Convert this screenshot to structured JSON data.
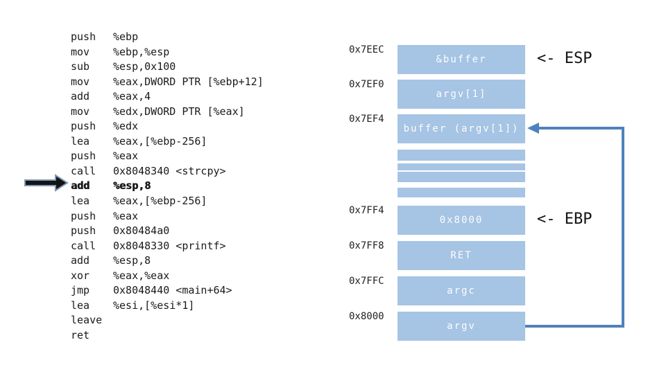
{
  "assembly": {
    "lines": [
      {
        "mnemonic": "push",
        "operands": "%ebp"
      },
      {
        "mnemonic": "mov",
        "operands": "%ebp,%esp"
      },
      {
        "mnemonic": "sub",
        "operands": "%esp,0x100"
      },
      {
        "mnemonic": "mov",
        "operands": "%eax,DWORD PTR [%ebp+12]"
      },
      {
        "mnemonic": "add",
        "operands": "%eax,4"
      },
      {
        "mnemonic": "mov",
        "operands": "%edx,DWORD PTR [%eax]"
      },
      {
        "mnemonic": "push",
        "operands": "%edx"
      },
      {
        "mnemonic": "lea",
        "operands": "%eax,[%ebp-256]"
      },
      {
        "mnemonic": "push",
        "operands": "%eax"
      },
      {
        "mnemonic": "call",
        "operands": "0x8048340 <strcpy>"
      },
      {
        "mnemonic": "add",
        "operands": "%esp,8",
        "bold": true
      },
      {
        "mnemonic": "lea",
        "operands": "%eax,[%ebp-256]"
      },
      {
        "mnemonic": "push",
        "operands": "%eax"
      },
      {
        "mnemonic": "push",
        "operands": "0x80484a0"
      },
      {
        "mnemonic": "call",
        "operands": "0x8048330 <printf>"
      },
      {
        "mnemonic": "add",
        "operands": "%esp,8"
      },
      {
        "mnemonic": "xor",
        "operands": "%eax,%eax"
      },
      {
        "mnemonic": "jmp",
        "operands": "0x8048440 <main+64>"
      },
      {
        "mnemonic": "lea",
        "operands": "%esi,[%esi*1]"
      },
      {
        "mnemonic": "leave",
        "operands": ""
      },
      {
        "mnemonic": "ret",
        "operands": ""
      }
    ]
  },
  "stack": {
    "cells": [
      {
        "address": "0x7EEC",
        "label": "&buffer",
        "register_pointer": "<- ESP"
      },
      {
        "address": "0x7EF0",
        "label": "argv[1]",
        "register_pointer": ""
      },
      {
        "address": "0x7EF4",
        "label": "buffer (argv[1])",
        "register_pointer": ""
      },
      {
        "address": "0x7FF4",
        "label": "0x8000",
        "register_pointer": "<- EBP"
      },
      {
        "address": "0x7FF8",
        "label": "RET",
        "register_pointer": ""
      },
      {
        "address": "0x7FFC",
        "label": "argc",
        "register_pointer": ""
      },
      {
        "address": "0x8000",
        "label": "argv",
        "register_pointer": ""
      }
    ],
    "filler_bar_count": 4
  },
  "colors": {
    "cell_fill": "#a6c4e4",
    "cell_text": "#ffffff",
    "connector": "#4f81bd",
    "code_text": "#1a1a1a",
    "instruction_arrow_fill": "#141414",
    "instruction_arrow_outline": "#7e97b5"
  }
}
